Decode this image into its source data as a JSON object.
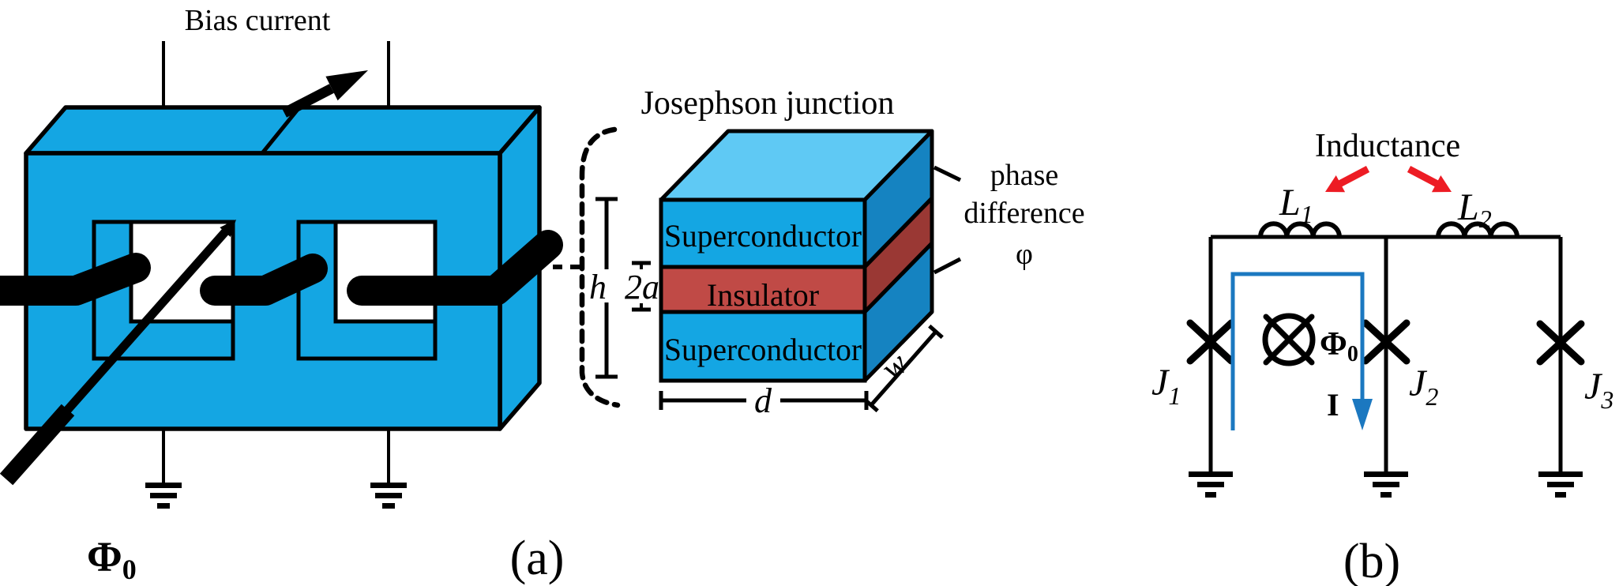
{
  "panel_a": {
    "caption": "(a)",
    "bias_current_label": "Bias current",
    "flux_label": {
      "main": "Φ",
      "sub": "0"
    },
    "junction_title": "Josephson junction",
    "stack": {
      "top_layer": "Superconductor",
      "middle_layer": "Insulator",
      "bottom_layer": "Superconductor"
    },
    "dimensions": {
      "height": "h",
      "insulator_thickness": "2a",
      "length": "d",
      "width": "w"
    },
    "phase_label": {
      "line1": "phase",
      "line2": "difference",
      "line3": "φ"
    }
  },
  "panel_b": {
    "caption": "(b)",
    "inductance_label": "Inductance",
    "inductors": [
      {
        "main": "L",
        "sub": "1"
      },
      {
        "main": "L",
        "sub": "2"
      }
    ],
    "junctions": [
      {
        "main": "J",
        "sub": "1"
      },
      {
        "main": "J",
        "sub": "2"
      },
      {
        "main": "J",
        "sub": "3"
      }
    ],
    "flux_label": {
      "main": "Φ",
      "sub": "0"
    },
    "current_label": "I"
  },
  "colors": {
    "device_blue": "#14A6E3",
    "stack_top_blue": "#5FC9F4",
    "stack_side_blue": "#1583C1",
    "insulator_red": "#C04A46",
    "insulator_side_red": "#9A3834",
    "arrow_red": "#ED1C24",
    "ink_blue": "#1B78C0",
    "line_black": "#000000"
  }
}
